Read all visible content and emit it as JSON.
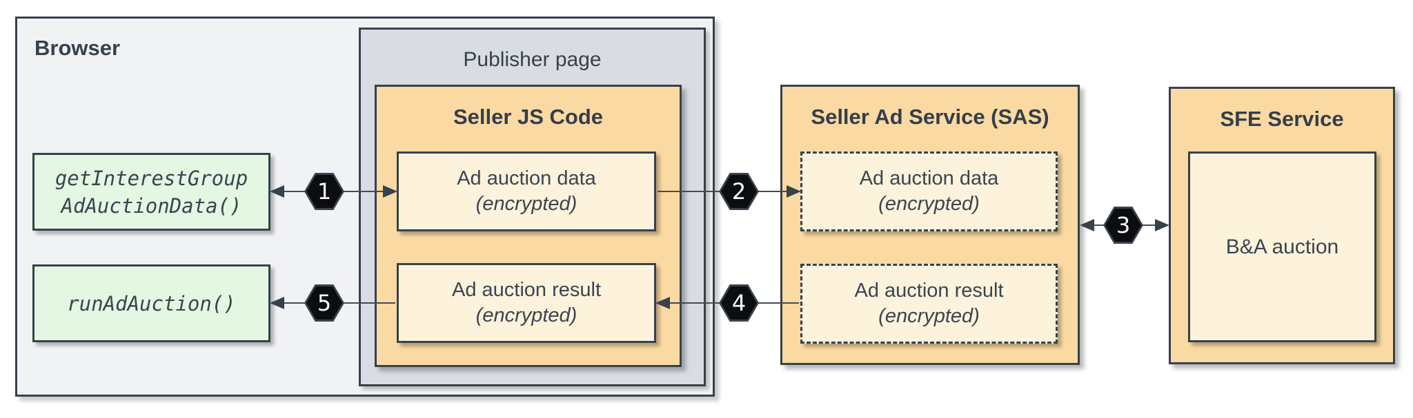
{
  "diagram": {
    "browser": {
      "label": "Browser"
    },
    "publisher": {
      "label": "Publisher page"
    },
    "seller_js": {
      "title": "Seller JS Code",
      "data_box": {
        "line1": "Ad auction data",
        "line2": "(encrypted)"
      },
      "result_box": {
        "line1": "Ad auction result",
        "line2": "(encrypted)"
      }
    },
    "browser_calls": {
      "get_interest_group": {
        "line1": "getInterestGroup",
        "line2": "AdAuctionData()"
      },
      "run_ad_auction": {
        "line1": "runAdAuction()"
      }
    },
    "sas": {
      "title": "Seller Ad Service (SAS)",
      "data_box": {
        "line1": "Ad auction data",
        "line2": "(encrypted)"
      },
      "result_box": {
        "line1": "Ad auction result",
        "line2": "(encrypted)"
      }
    },
    "sfe": {
      "title": "SFE Service",
      "auction_box": {
        "label": "B&A auction"
      }
    },
    "steps": {
      "step1": "1",
      "step2": "2",
      "step3": "3",
      "step4": "4",
      "step5": "5"
    },
    "colors": {
      "container_orange": "#FBD9A2",
      "box_cream": "#FDF3DC",
      "box_green": "#E3F7E2",
      "browser_bg": "#F1F2F4",
      "publisher_bg": "#D9DDE3",
      "ink": "#36414C",
      "hexagon_fill": "#0B0D10",
      "hexagon_text": "#FFFFFF"
    }
  }
}
